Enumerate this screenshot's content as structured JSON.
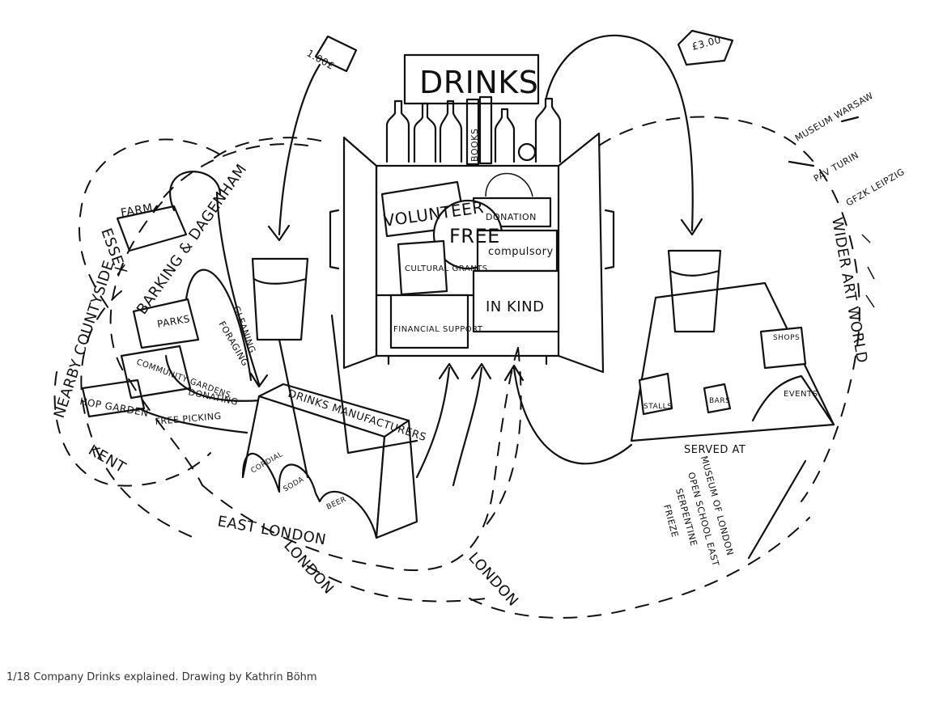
{
  "caption": "1/18 Company Drinks explained. Drawing by Kathrin Böhm",
  "cabinet": {
    "sign": "DRINKS",
    "book_label": "BOOKS",
    "boxes": [
      "VOLUNTEER",
      "DONATION",
      "FREE",
      "compulsory",
      "CULTURAL GRANTS",
      "IN KIND",
      "FINANCIAL SUPPORT"
    ],
    "price_tags": [
      "1.00£",
      "£3.00"
    ]
  },
  "sources": {
    "farm": "FARM",
    "parks": "PARKS",
    "community_gardens": "COMMUNITY GARDENS",
    "hop_garden": "HOP GARDEN",
    "verbs": [
      "GLEANING",
      "FORAGING",
      "DONATING",
      "FREE PICKING"
    ]
  },
  "regions": {
    "essex": "ESSEX",
    "barking": "BARKING & DAGENHAM",
    "countyside": "NEARBY COUNTYSIDE",
    "kent": "KENT",
    "east_london": "EAST LONDON",
    "london": "LONDON",
    "wider_art_world": "WIDER ART WORLD"
  },
  "manufacturers": {
    "title": "DRINKS MANUFACTURERS",
    "arches": [
      "CORDIAL",
      "SODA",
      "BEER"
    ]
  },
  "venues": {
    "served_at": "SERVED AT",
    "items": [
      "STALLS",
      "BARS",
      "SHOPS",
      "EVENTS"
    ]
  },
  "art_world": [
    "MUSEUM WARSAW",
    "PAV TURIN",
    "GFZK LEIPZIG"
  ],
  "london_venues": [
    "FRIEZE",
    "SERPENTINE",
    "OPEN SCHOOL EAST",
    "MUSEUM OF LONDON"
  ]
}
